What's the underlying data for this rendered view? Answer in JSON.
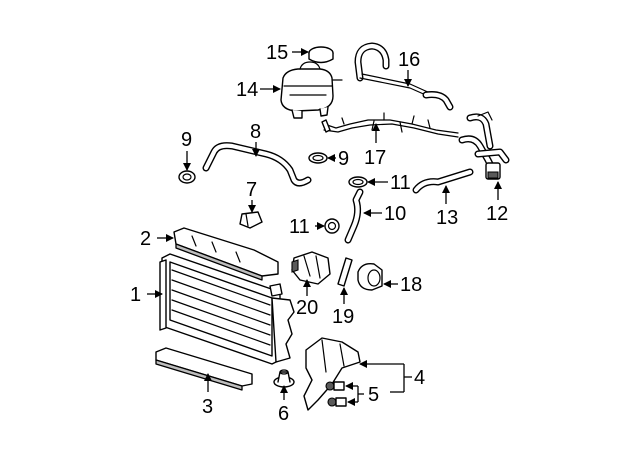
{
  "callouts": [
    {
      "id": "1",
      "text": "1"
    },
    {
      "id": "2",
      "text": "2"
    },
    {
      "id": "3",
      "text": "3"
    },
    {
      "id": "4",
      "text": "4"
    },
    {
      "id": "5",
      "text": "5"
    },
    {
      "id": "6",
      "text": "6"
    },
    {
      "id": "7",
      "text": "7"
    },
    {
      "id": "8",
      "text": "8"
    },
    {
      "id": "9a",
      "text": "9"
    },
    {
      "id": "9b",
      "text": "9"
    },
    {
      "id": "10",
      "text": "10"
    },
    {
      "id": "11a",
      "text": "11"
    },
    {
      "id": "11b",
      "text": "11"
    },
    {
      "id": "12",
      "text": "12"
    },
    {
      "id": "13",
      "text": "13"
    },
    {
      "id": "14",
      "text": "14"
    },
    {
      "id": "15",
      "text": "15"
    },
    {
      "id": "16",
      "text": "16"
    },
    {
      "id": "17",
      "text": "17"
    },
    {
      "id": "18",
      "text": "18"
    },
    {
      "id": "19",
      "text": "19"
    },
    {
      "id": "20",
      "text": "20"
    }
  ]
}
